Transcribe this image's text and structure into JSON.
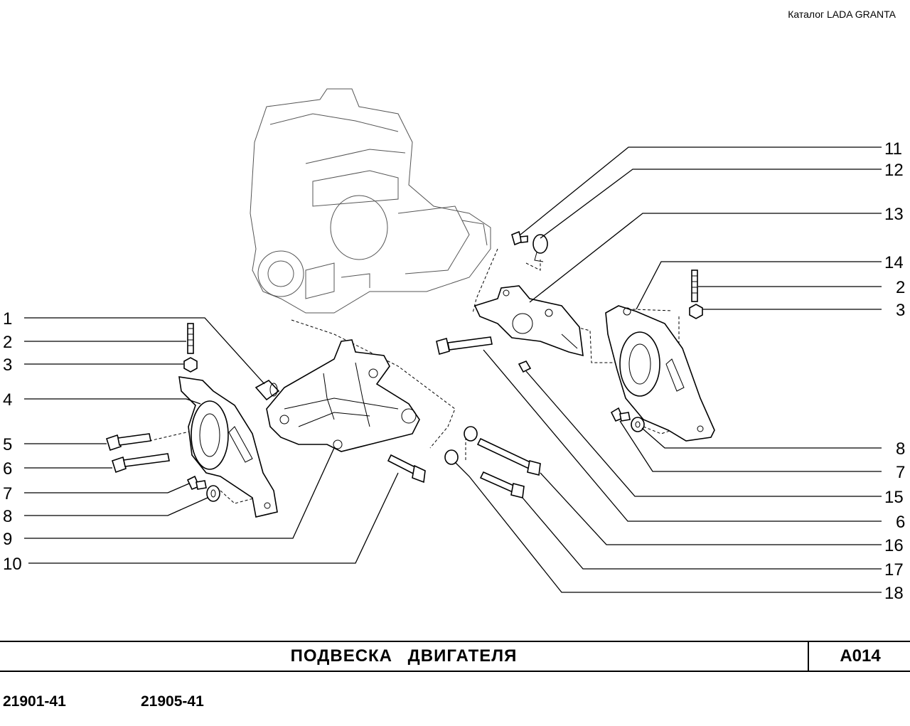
{
  "header": {
    "catalog_label": "Каталог LADA  GRANTA"
  },
  "footer": {
    "title": "ПОДВЕСКА   ДВИГАТЕЛЯ",
    "code": "A014",
    "models": [
      "21901-41",
      "21905-41"
    ]
  },
  "callouts_left": [
    "1",
    "2",
    "3",
    "4",
    "5",
    "6",
    "7",
    "8",
    "9",
    "10"
  ],
  "callouts_right": [
    "11",
    "12",
    "13",
    "14",
    "2",
    "3",
    "8",
    "7",
    "15",
    "6",
    "16",
    "17",
    "18"
  ]
}
